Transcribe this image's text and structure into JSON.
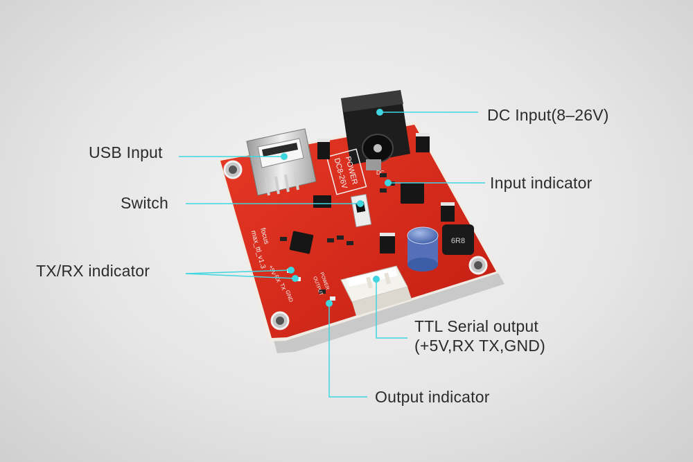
{
  "labels": {
    "usb_input": "USB Input",
    "switch": "Switch",
    "tx_rx_indicator": "TX/RX indicator",
    "dc_input": "DC Input(8–26V)",
    "input_indicator": "Input indicator",
    "ttl_serial_output_line1": "TTL Serial output",
    "ttl_serial_output_line2": "(+5V,RX TX,GND)",
    "output_indicator": "Output indicator"
  },
  "board_silkscreen": {
    "power_box_line1": "POWER",
    "power_box_line2": "DC8-26V",
    "dc_mark": "DC",
    "brand": "focus",
    "model": "max_ttl_v1.3",
    "pin_labels": [
      "+5V",
      "RX",
      "TX",
      "GND"
    ],
    "led_labels": [
      "OUTPUT",
      "POWER"
    ],
    "inductor_code": "6R8"
  },
  "colors": {
    "callout_line": "#3fd6e0",
    "board_red": "#d8281b",
    "background": "#e6e6e6",
    "label_text": "#2b2b2b"
  }
}
